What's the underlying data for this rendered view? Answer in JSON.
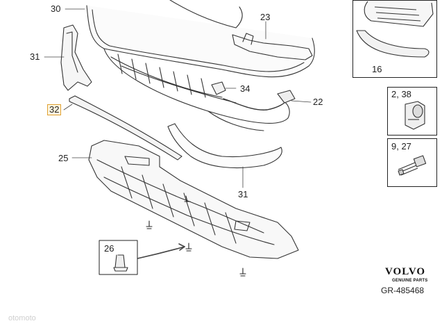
{
  "callouts": {
    "c30": "30",
    "c23": "23",
    "c31_left": "31",
    "c34": "34",
    "c22": "22",
    "c32": "32",
    "c25": "25",
    "c31_bottom": "31",
    "c26": "26"
  },
  "panels": {
    "p16": "16",
    "p238": "2, 38",
    "p927": "9, 27"
  },
  "brand": {
    "name": "VOLVO",
    "sub": "GENUINE PARTS"
  },
  "diagram_code": "GR-485468",
  "watermark": "otomoto"
}
